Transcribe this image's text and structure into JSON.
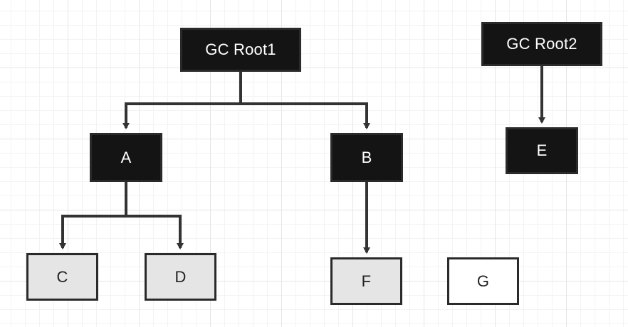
{
  "diagram": {
    "nodes": {
      "root1": {
        "label": "GC Root1",
        "style": "reachable"
      },
      "root2": {
        "label": "GC Root2",
        "style": "reachable"
      },
      "a": {
        "label": "A",
        "style": "reachable"
      },
      "b": {
        "label": "B",
        "style": "reachable"
      },
      "e": {
        "label": "E",
        "style": "reachable"
      },
      "c": {
        "label": "C",
        "style": "unreachable"
      },
      "d": {
        "label": "D",
        "style": "unreachable"
      },
      "f": {
        "label": "F",
        "style": "unreachable"
      },
      "g": {
        "label": "G",
        "style": "unreachable"
      }
    },
    "edges": [
      {
        "from": "root1",
        "to": "a"
      },
      {
        "from": "root1",
        "to": "b"
      },
      {
        "from": "root2",
        "to": "e"
      },
      {
        "from": "a",
        "to": "c"
      },
      {
        "from": "a",
        "to": "d"
      },
      {
        "from": "b",
        "to": "f"
      }
    ],
    "colors": {
      "reachable_fill": "#141414",
      "reachable_text": "#ffffff",
      "unreachable_fill": "#e5e5e5",
      "isolated_fill": "#ffffff",
      "border": "#2a2a2a",
      "connector": "#333333"
    }
  }
}
